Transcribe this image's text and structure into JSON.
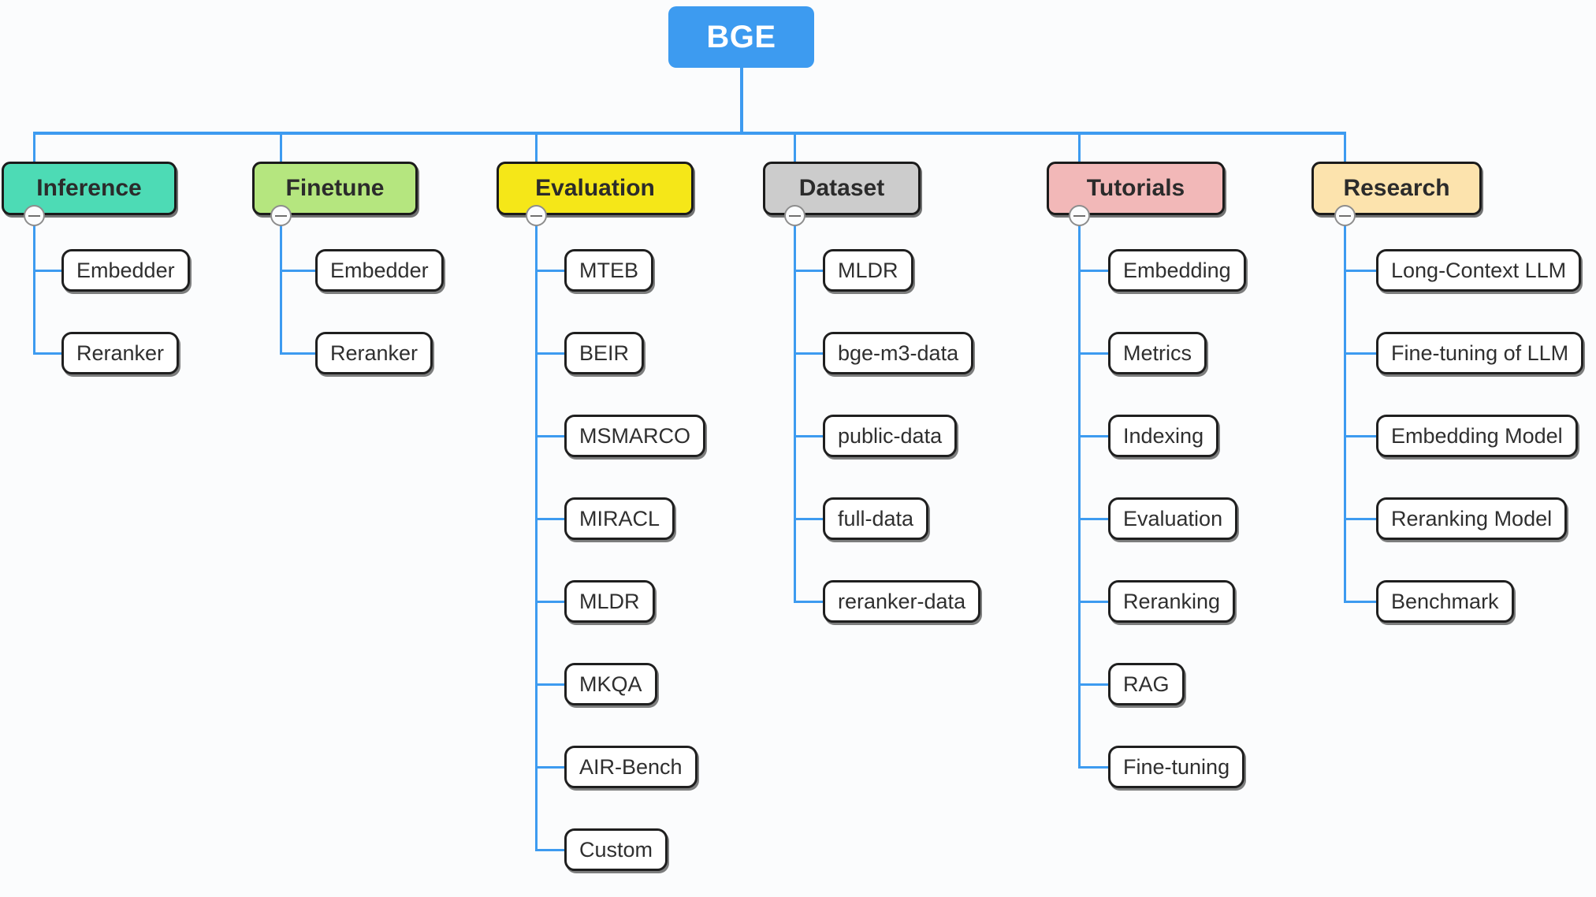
{
  "diagram": {
    "type": "mindmap",
    "title": "BGE",
    "background_color": "#fbfcfd",
    "connector_color": "#3d9bf0",
    "leaf_fill": "#ffffff",
    "leaf_border": "#1f1f1f",
    "toggle_icon": "minus-circle-icon",
    "toggle_state": "expanded"
  },
  "root": {
    "label": "BGE",
    "color": "#3d9bf0",
    "text_color": "#ffffff"
  },
  "branches": [
    {
      "label": "Inference",
      "color": "#4ddbb5",
      "children": [
        {
          "label": "Embedder"
        },
        {
          "label": "Reranker"
        }
      ]
    },
    {
      "label": "Finetune",
      "color": "#b5e67f",
      "children": [
        {
          "label": "Embedder"
        },
        {
          "label": "Reranker"
        }
      ]
    },
    {
      "label": "Evaluation",
      "color": "#f5e718",
      "children": [
        {
          "label": "MTEB"
        },
        {
          "label": "BEIR"
        },
        {
          "label": "MSMARCO"
        },
        {
          "label": "MIRACL"
        },
        {
          "label": "MLDR"
        },
        {
          "label": "MKQA"
        },
        {
          "label": "AIR-Bench"
        },
        {
          "label": "Custom"
        }
      ]
    },
    {
      "label": "Dataset",
      "color": "#cccccc",
      "children": [
        {
          "label": "MLDR"
        },
        {
          "label": "bge-m3-data"
        },
        {
          "label": "public-data"
        },
        {
          "label": "full-data"
        },
        {
          "label": "reranker-data"
        }
      ]
    },
    {
      "label": "Tutorials",
      "color": "#f2b8b8",
      "children": [
        {
          "label": "Embedding"
        },
        {
          "label": "Metrics"
        },
        {
          "label": "Indexing"
        },
        {
          "label": "Evaluation"
        },
        {
          "label": "Reranking"
        },
        {
          "label": "RAG"
        },
        {
          "label": "Fine-tuning"
        }
      ]
    },
    {
      "label": "Research",
      "color": "#fce3ad",
      "children": [
        {
          "label": "Long-Context LLM"
        },
        {
          "label": "Fine-tuning of LLM"
        },
        {
          "label": "Embedding Model"
        },
        {
          "label": "Reranking Model"
        },
        {
          "label": "Benchmark"
        }
      ]
    }
  ]
}
